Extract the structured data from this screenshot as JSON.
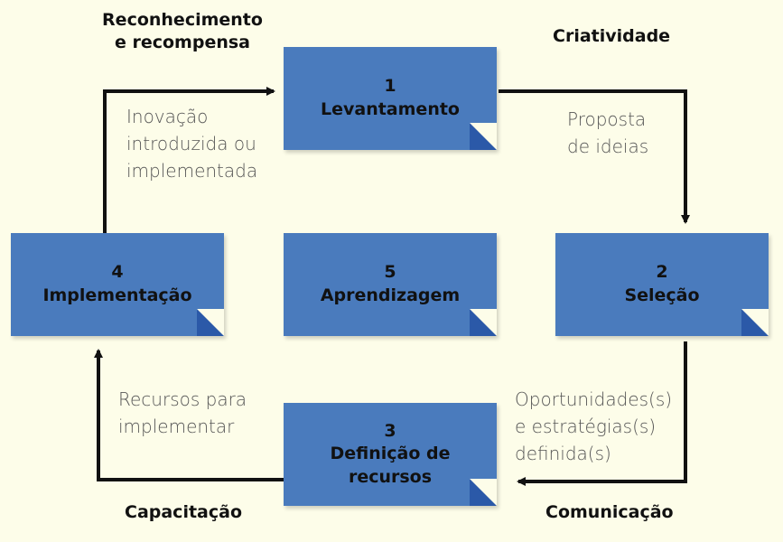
{
  "boxes": [
    {
      "number": "1",
      "label": "Levantamento"
    },
    {
      "number": "2",
      "label": "Seleção"
    },
    {
      "number": "3",
      "label": "Definição de recursos"
    },
    {
      "number": "4",
      "label": "Implementação"
    },
    {
      "number": "5",
      "label": "Aprendizagem"
    }
  ],
  "headings": {
    "reconhecimento": "Reconhecimento e recompensa",
    "criatividade": "Criatividade",
    "capacitacao": "Capacitação",
    "comunicacao": "Comunicação"
  },
  "notes": {
    "inovacao": "Inovação introduzida ou implementada",
    "proposta": "Proposta de ideias",
    "recursos": "Recursos para implementar",
    "oportunidades": "Oportunidades(s) e estratégias(s) definida(s)"
  },
  "colors": {
    "background": "#fdfde9",
    "box": "#4a7bbd",
    "fold": "#2b59a8",
    "arrow": "#111111"
  }
}
